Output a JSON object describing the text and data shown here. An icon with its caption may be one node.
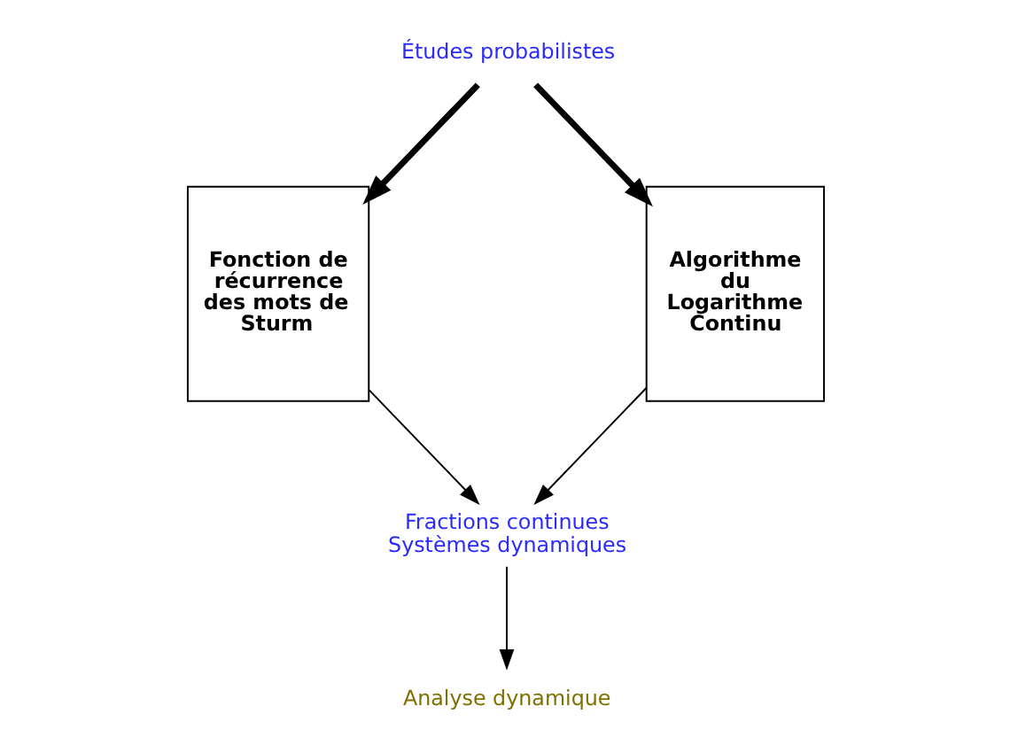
{
  "diagram": {
    "nodes": [
      {
        "text": [
          "Études probabilistes"
        ]
      },
      {
        "text": [
          "Fonction de récurrence des mots de Sturm"
        ]
      },
      {
        "text": [
          "Algorithme du Logarithme Continu"
        ]
      },
      {
        "text": [
          "Fractions continues",
          "Systèmes dynamiques"
        ]
      },
      {
        "text": [
          "Analyse dynamique"
        ]
      }
    ],
    "edges": [
      {
        "from": 0,
        "to": 1,
        "arrow": "to",
        "style": "thick"
      },
      {
        "from": 0,
        "to": 2,
        "arrow": "to",
        "style": "thick"
      },
      {
        "from": 1,
        "to": 3,
        "arrow": "to"
      },
      {
        "from": 2,
        "to": 3,
        "arrow": "to"
      },
      {
        "from": 3,
        "to": 4,
        "arrow": "to"
      }
    ]
  }
}
